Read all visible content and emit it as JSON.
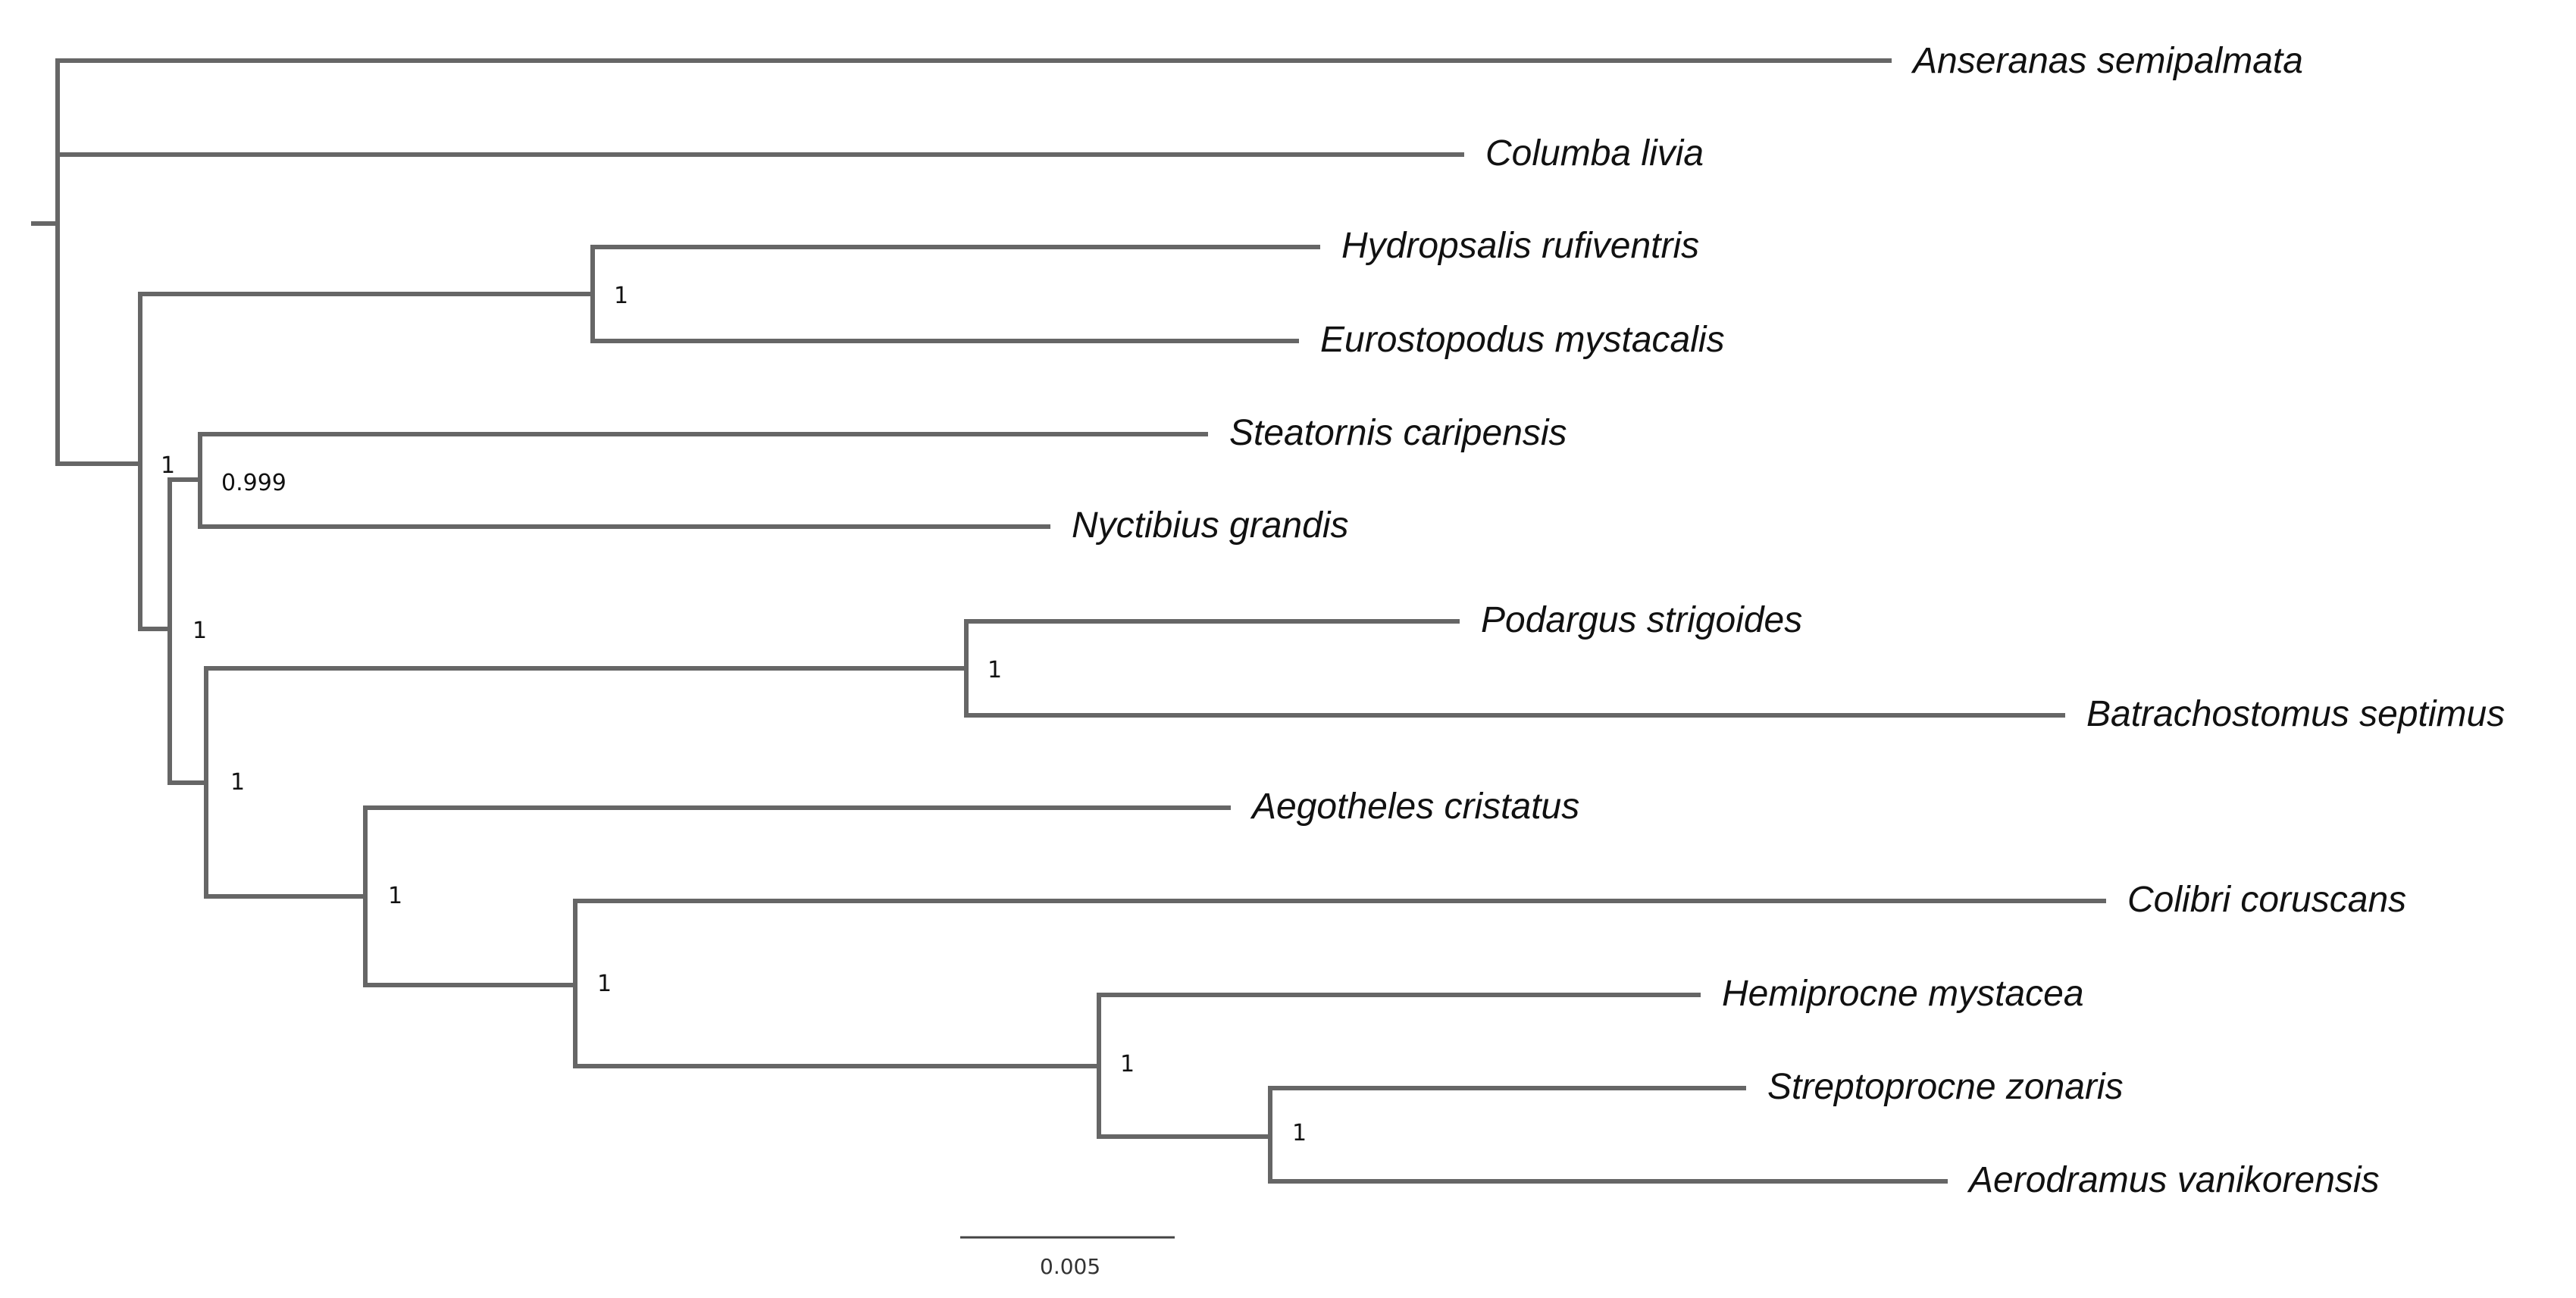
{
  "tree": {
    "taxa": [
      "Anseranas semipalmata",
      "Columba livia",
      "Hydropsalis rufiventris",
      "Eurostopodus mystacalis",
      "Steatornis caripensis",
      "Nyctibius grandis",
      "Podargus strigoides",
      "Batrachostomus septimus",
      "Aegotheles cristatus",
      "Colibri coruscans",
      "Hemiprocne mystacea",
      "Streptoprocne zonaris",
      "Aerodramus vanikorensis"
    ],
    "support_values": {
      "caprimulgidae_node": "1",
      "strisores_node": "1",
      "steatornis_nyctibius_node": "0.999",
      "inner_node": "1",
      "podargidae_node": "1",
      "daedalornithes_node": "1",
      "aegotheles_apodiformes_node": "1",
      "apodiformes_node": "1",
      "apodidae_hemiprocne_node": "1",
      "apodidae_node": "1"
    },
    "scale_bar_label": "0.005"
  }
}
